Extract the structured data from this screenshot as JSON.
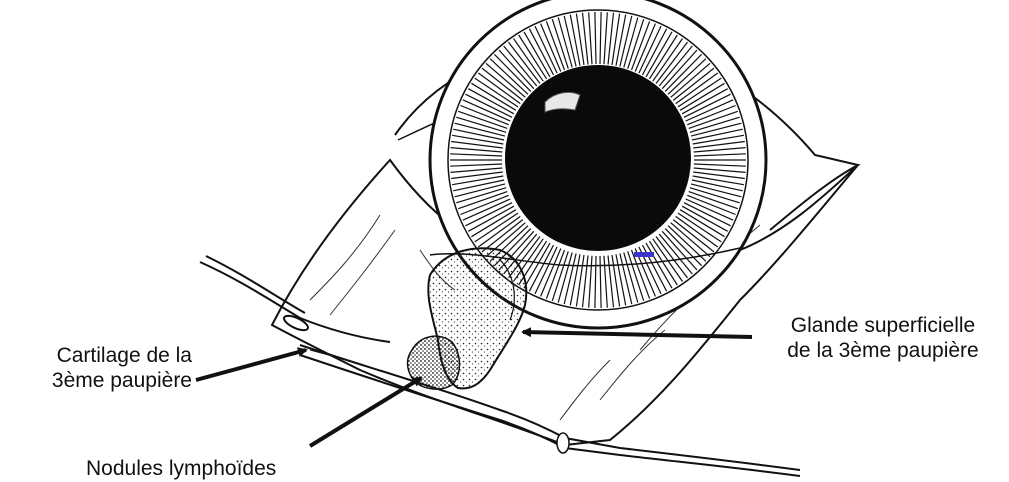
{
  "labels": {
    "cartilage": {
      "line1": "Cartilage de la",
      "line2": "3ème paupière"
    },
    "glande": {
      "line1": "Glande superficielle",
      "line2": "de la 3ème paupière"
    },
    "nodules": {
      "line1": "Nodules lymphoïdes"
    }
  },
  "colors": {
    "ink": "#111111",
    "pupil": "#0a0a0a",
    "background": "#ffffff"
  }
}
